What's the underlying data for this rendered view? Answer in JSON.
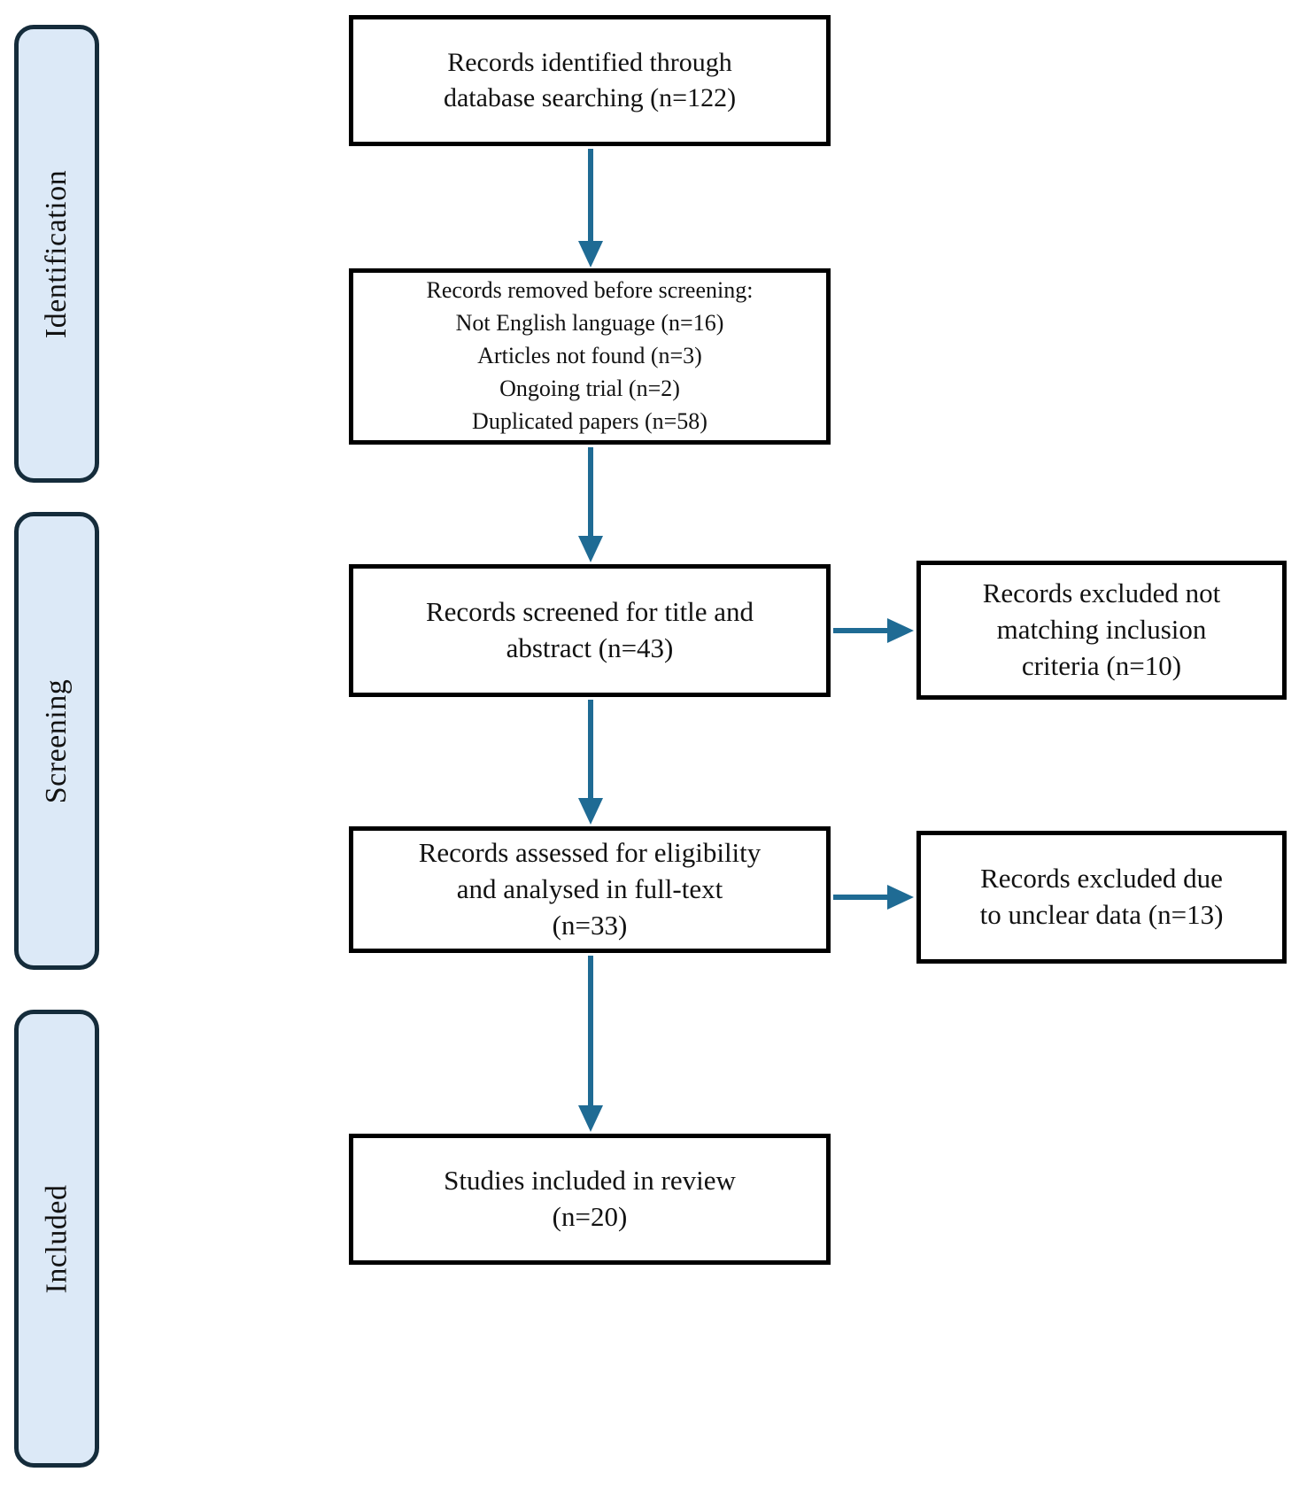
{
  "theme": {
    "arrow_color": "#1f6b94",
    "stage_fill": "#dce9f7",
    "stage_border": "#152c3b",
    "box_border": "#000000",
    "text_color": "#121212"
  },
  "stages": [
    {
      "label": "Identification"
    },
    {
      "label": "Screening"
    },
    {
      "label": "Included"
    }
  ],
  "boxes": {
    "identified": {
      "text": "Records identified through\ndatabase searching (n=122)"
    },
    "removed": {
      "text": "Records removed before screening:\nNot English language (n=16)\nArticles not found (n=3)\nOngoing trial (n=2)\nDuplicated papers (n=58)"
    },
    "screened": {
      "text": "Records screened for title and\nabstract (n=43)"
    },
    "excluded_screening": {
      "text": "Records excluded not\nmatching inclusion\ncriteria (n=10)"
    },
    "assessed": {
      "text": "Records assessed for eligibility\nand analysed in full-text\n(n=33)"
    },
    "excluded_eligibility": {
      "text": "Records excluded due\nto unclear data (n=13)"
    },
    "included": {
      "text": "Studies included in review\n(n=20)"
    }
  },
  "counts": {
    "identified": 122,
    "not_english": 16,
    "not_found": 3,
    "ongoing_trial": 2,
    "duplicated": 58,
    "screened": 43,
    "excluded_screening": 10,
    "assessed": 33,
    "excluded_eligibility": 13,
    "included": 20
  }
}
